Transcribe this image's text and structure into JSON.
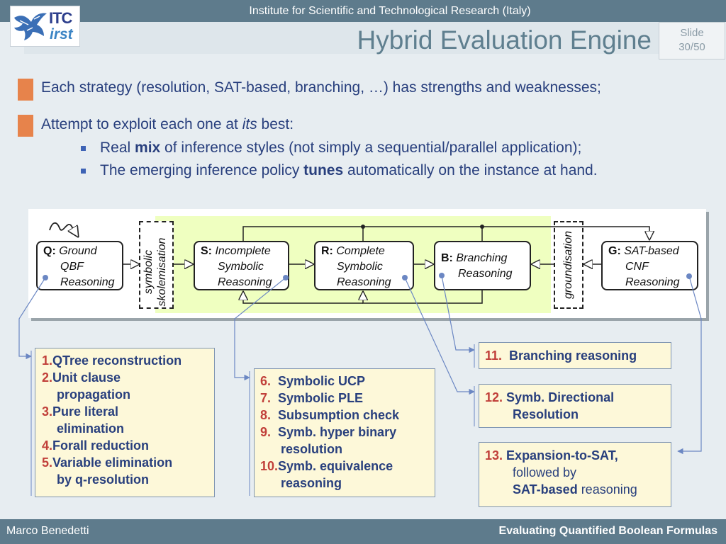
{
  "header": {
    "institute": "Institute for Scientific and Technological Research (Italy)",
    "logo_itc": "ITC",
    "logo_irst": "irst",
    "title": "Hybrid Evaluation Engine",
    "slide_label": "Slide",
    "slide_number": "30/50"
  },
  "bullets": {
    "b1": "Each strategy (resolution, SAT-based, branching, …) has strengths and weaknesses;",
    "b2_pre": "Attempt to exploit each one at ",
    "b2_em": "its",
    "b2_post": " best:",
    "s1_pre": "Real ",
    "s1_bold": "mix",
    "s1_post": " of inference styles (not simply a sequential/parallel application);",
    "s2_pre": "The emerging inference policy ",
    "s2_bold": "tunes",
    "s2_post": " automatically on the instance at hand."
  },
  "diagram": {
    "q_key": "Q:",
    "q_l1": "Ground",
    "q_l2": "QBF",
    "q_l3": "Reasoning",
    "s_key": "S:",
    "s_l1": "Incomplete",
    "s_l2": "Symbolic",
    "s_l3": "Reasoning",
    "r_key": "R:",
    "r_l1": "Complete",
    "r_l2": "Symbolic",
    "r_l3": "Reasoning",
    "b_key": "B:",
    "b_l1": "Branching",
    "b_l2": "Reasoning",
    "g_key": "G:",
    "g_l1": "SAT-based",
    "g_l2": "CNF",
    "g_l3": "Reasoning",
    "skol_l1": "symbolic",
    "skol_l2": "skolemisation",
    "ground": "groundisation"
  },
  "lists": {
    "q": [
      {
        "num": "1.",
        "l1": "QTree reconstruction"
      },
      {
        "num": "2.",
        "l1": "Unit clause",
        "l2": "propagation"
      },
      {
        "num": "3.",
        "l1": "Pure literal",
        "l2": "elimination"
      },
      {
        "num": "4.",
        "l1": "Forall reduction"
      },
      {
        "num": "5.",
        "l1": "Variable elimination",
        "l2": "by q-resolution"
      }
    ],
    "s": [
      {
        "num": "6.",
        "l1": "Symbolic UCP"
      },
      {
        "num": "7.",
        "l1": "Symbolic PLE"
      },
      {
        "num": "8.",
        "l1": "Subsumption check"
      },
      {
        "num": "9.",
        "l1": "Symb. hyper binary",
        "l2": "resolution"
      },
      {
        "num": "10.",
        "l1": "Symb. equivalence",
        "l2": "reasoning"
      }
    ],
    "b": {
      "num": "11.",
      "l1": "Branching reasoning"
    },
    "r": {
      "num": "12.",
      "l1": "Symb. Directional",
      "l2": "Resolution"
    },
    "g": {
      "num": "13.",
      "l1": "Expansion-to-SAT,",
      "l2": "followed by",
      "l3_bold": "SAT-based",
      "l3_rest": " reasoning"
    }
  },
  "footer": {
    "author": "Marco Benedetti",
    "talk": "Evaluating Quantified Boolean Formulas"
  },
  "colors": {
    "bar": "#5e7b8c",
    "bullet_square": "#e7834b",
    "text": "#283f7d",
    "number_red": "#c1403a",
    "list_bg": "#fdf8d9",
    "diagram_highlight": "#efffc0"
  }
}
